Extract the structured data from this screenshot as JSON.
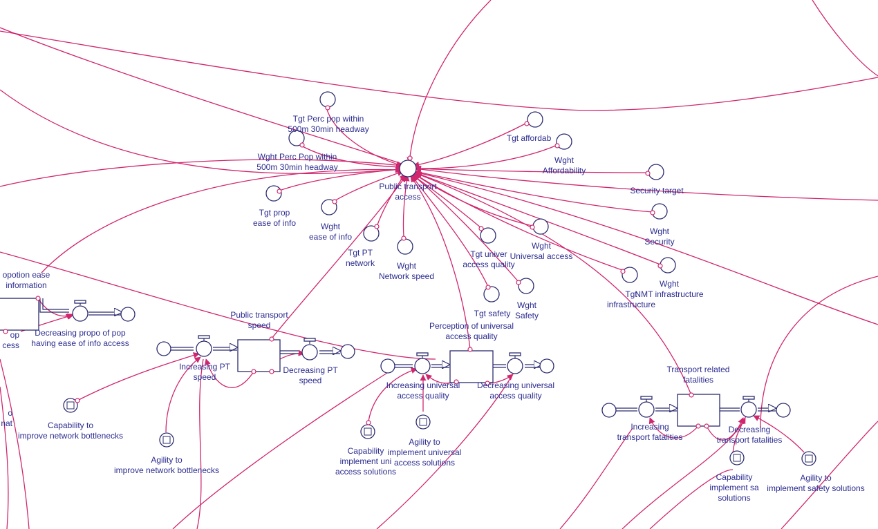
{
  "nodes": {
    "public_transport_access": "Public transport\naccess",
    "tgt_perc_pop": "Tgt Perc pop within\n500m 30min headway",
    "wght_perc_pop": "Wght Perc Pop within\n500m 30min headway",
    "tgt_affordability": "Tgt affordab",
    "wght_affordability": "Wght\nAffordability",
    "security_target": "Security target",
    "wght_security": "Wght\nSecurity",
    "tgt_prop_ease": "Tgt prop\nease of info",
    "wght_ease": "Wght\nease of info",
    "tgt_pt_network": "Tgt PT\nnetwork",
    "wght_network_speed": "Wght\nNetwork speed",
    "tgt_universal": "Tgt univer\naccess quality",
    "wght_universal": "Wght\nUniversal access",
    "tgt_nmt": "Tgt\ninfrastructure",
    "wght_nmt": "Wght\nNMT infrastructure",
    "tgt_safety": "Tgt safety",
    "wght_safety": "Wght\nSafety",
    "prop_ease_info": "opotion ease\ninformation",
    "decreasing_prop_pop": "Decreasing propo of pop\nhaving ease of info access",
    "left_partial_a": "op\ncess",
    "left_partial_b": "o\nnat",
    "pt_speed": "Public transport\nspeed",
    "increasing_pt_speed": "Increasing PT\nspeed",
    "decreasing_pt_speed": "Decreasing PT\nspeed",
    "capability_network": "Capability to\nimprove network bottlenecks",
    "agility_network": "Agility to\nimprove network bottlenecks",
    "perception_universal": "Perception of universal\naccess quality",
    "increasing_universal": "Increasing universal\naccess quality",
    "decreasing_universal": "Decreasing universal\naccess quality",
    "capability_universal": "Capability\nimplement uni\naccess solutions",
    "agility_universal": "Agility to\nimplement universal\naccess solutions",
    "transport_fatalities": "Transport related\nfatalities",
    "increasing_fatalities": "Increasing\ntransport fatalities",
    "decreasing_fatalities": "Decreasing\ntransport fatalities",
    "capability_safety": "Capability\nimplement sa\nsolutions",
    "agility_safety": "Agility to\nimplement safety solutions"
  },
  "colors": {
    "link": "#d0266e",
    "node": "#2b2b6f",
    "label": "#2b2b8f"
  }
}
